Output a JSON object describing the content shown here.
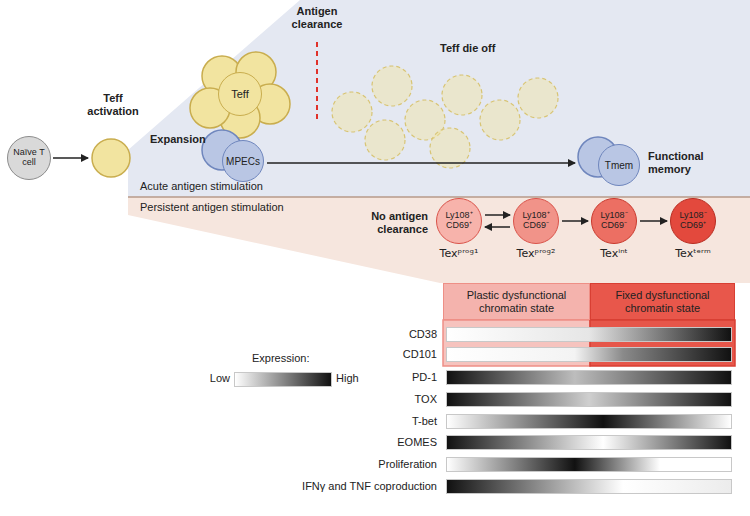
{
  "diagram": {
    "nodes": [
      {
        "text": [
          "Naïve T cell"
        ]
      },
      {
        "text": [
          "Teff"
        ]
      },
      {
        "text": [
          "MPECs"
        ]
      },
      {
        "text": [
          "Tmem"
        ]
      },
      {
        "text": [
          "Ly108⁺ CD69⁺",
          "Texᵖʳᵒᵍ¹"
        ]
      },
      {
        "text": [
          "Ly108⁺ CD69⁻",
          "Texᵖʳᵒᵍ²"
        ]
      },
      {
        "text": [
          "Ly108⁻ CD69⁻",
          "Texⁱⁿᵗ"
        ]
      },
      {
        "text": [
          "Ly108⁻ CD69⁺",
          "Texᵗᵉʳᵐ"
        ]
      },
      {
        "text": [
          "Plastic dysfunctional chromatin state"
        ]
      },
      {
        "text": [
          "Fixed dysfunctional chromatin state"
        ]
      }
    ],
    "edges": [
      {
        "from": 2,
        "to": 3,
        "arrow": "to"
      },
      {
        "from": 4,
        "to": 5,
        "arrow": "to"
      },
      {
        "from": 5,
        "to": 4,
        "arrow": "to"
      },
      {
        "from": 5,
        "to": 6,
        "arrow": "to"
      },
      {
        "from": 6,
        "to": 7,
        "arrow": "to"
      }
    ],
    "labels": [
      "Teff activation",
      "Antigen clearance",
      "Expansion",
      "Teff die off",
      "Acute antigen stimulation",
      "Functional memory",
      "Persistent antigen stimulation",
      "No antigen clearance",
      "Expression:",
      "Low",
      "High",
      "CD38",
      "CD101",
      "PD-1",
      "TOX",
      "T-bet",
      "EOMES",
      "Proliferation",
      "IFNγ and TNF coproduction"
    ]
  }
}
